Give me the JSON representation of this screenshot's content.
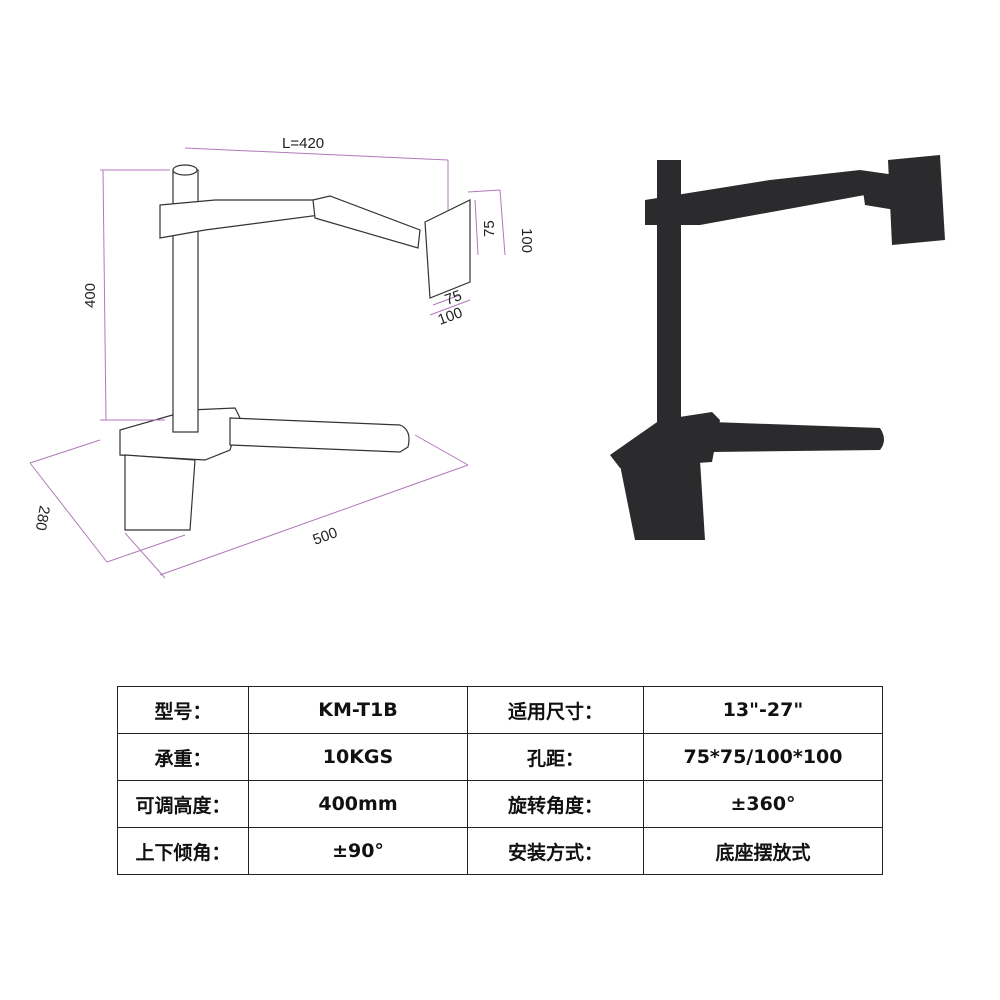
{
  "dimensions": {
    "arm_length": "L=420",
    "height": "400",
    "depth": "280",
    "width": "500",
    "vesa_v_small": "75",
    "vesa_v_large": "100",
    "vesa_h_small": "75",
    "vesa_h_large": "100"
  },
  "colors": {
    "dimension_line": "#b07ab8",
    "product_dark": "#2b2b2d"
  },
  "specs": [
    {
      "label": "型号：",
      "value": "KM-T1B",
      "label2": "适用尺寸：",
      "value2": "13\"-27\""
    },
    {
      "label": "承重：",
      "value": "10KGS",
      "label2": "孔距：",
      "value2": "75*75/100*100"
    },
    {
      "label": "可调高度：",
      "value": "400mm",
      "label2": "旋转角度：",
      "value2": "±360°"
    },
    {
      "label": "上下倾角：",
      "value": "±90°",
      "label2": "安装方式：",
      "value2": "底座摆放式"
    }
  ]
}
